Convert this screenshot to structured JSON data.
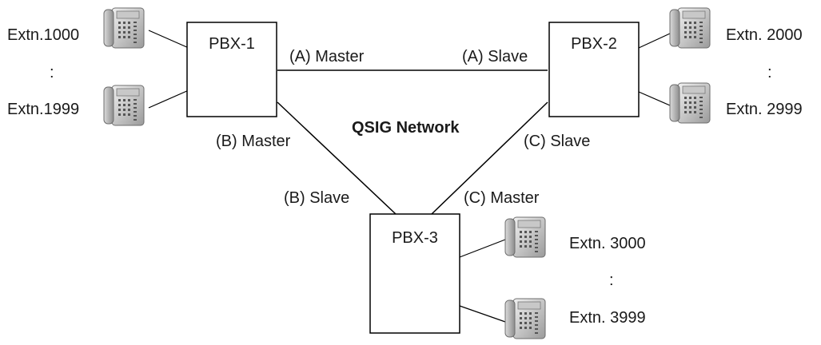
{
  "diagram": {
    "title": "QSIG Network",
    "pbx": {
      "pbx1": "PBX-1",
      "pbx2": "PBX-2",
      "pbx3": "PBX-3"
    },
    "links": {
      "a_master": "(A) Master",
      "a_slave": "(A) Slave",
      "b_master": "(B) Master",
      "b_slave": "(B) Slave",
      "c_master": "(C) Master",
      "c_slave": "(C) Slave"
    },
    "extensions": {
      "pbx1_first": "Extn.1000",
      "pbx1_last": "Extn.1999",
      "pbx2_first": "Extn. 2000",
      "pbx2_last": "Extn. 2999",
      "pbx3_first": "Extn. 3000",
      "pbx3_last": "Extn. 3999",
      "ellipsis": ":"
    },
    "icons": [
      "desk-phone-icon"
    ]
  }
}
